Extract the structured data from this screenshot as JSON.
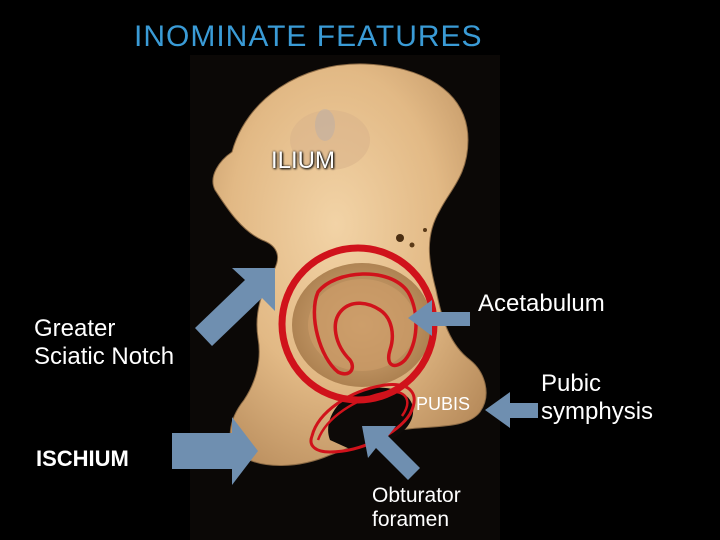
{
  "slide": {
    "title": "INOMINATE FEATURES",
    "labels": {
      "ilium": "ILIUM",
      "acetabulum": "Acetabulum",
      "greater_sciatic_notch_line1": "Greater",
      "greater_sciatic_notch_line2": "Sciatic Notch",
      "pubis": "PUBIS",
      "pubic_symphysis_line1": "Pubic",
      "pubic_symphysis_line2": "symphysis",
      "ischium": "ISCHIUM",
      "obturator_line1": "Obturator",
      "obturator_line2": "foramen"
    },
    "colors": {
      "title": "#3a9bd6",
      "bone": "#e6c08f",
      "arrow": "#6f8fb0",
      "highlight": "#d0121b"
    }
  }
}
